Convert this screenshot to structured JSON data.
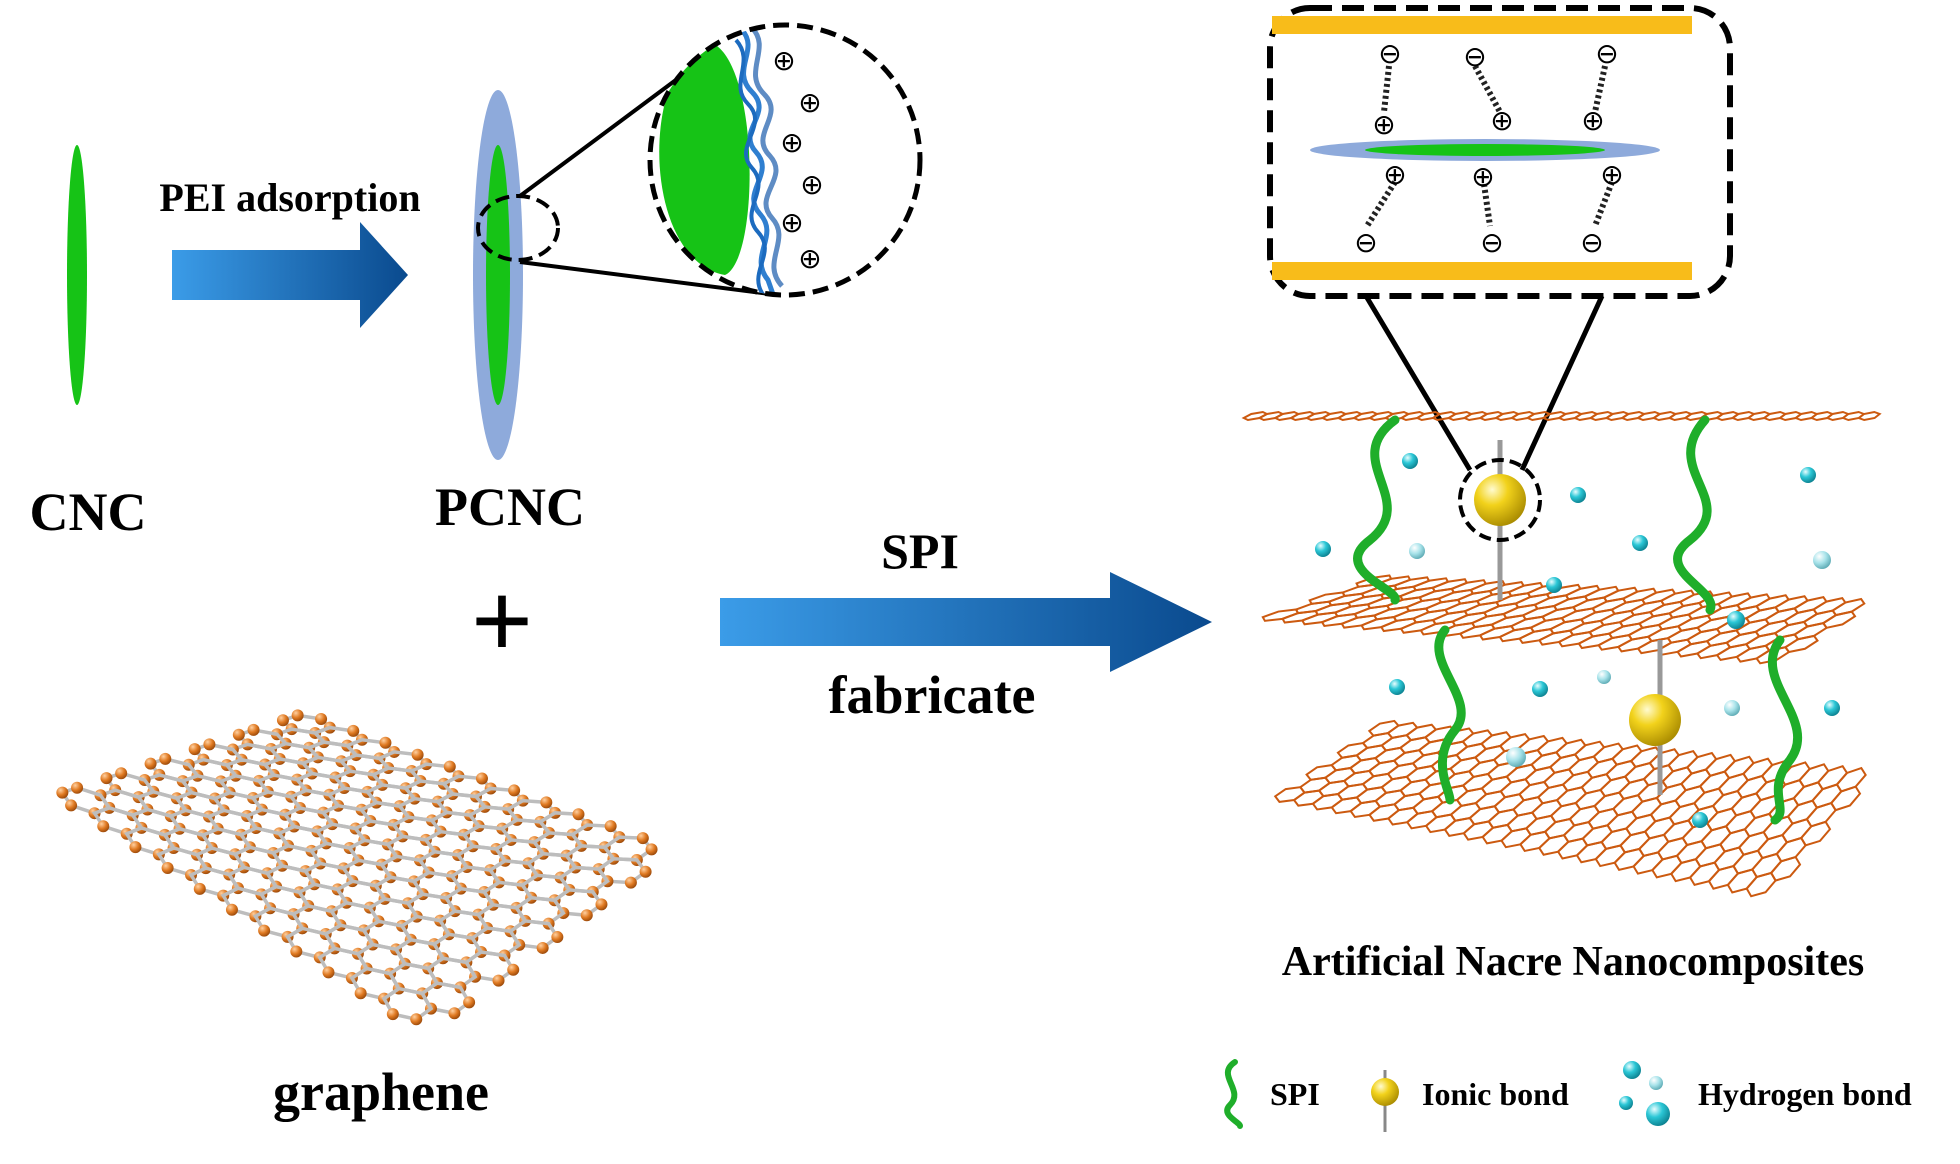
{
  "labels": {
    "cnc": "CNC",
    "pcnc": "PCNC",
    "pei_adsorption": "PEI adsorption",
    "plus": "+",
    "graphene": "graphene",
    "spi": "SPI",
    "fabricate": "fabricate",
    "result": "Artificial Nacre Nanocomposites"
  },
  "charges": {
    "positive": "⊕",
    "negative": "⊖"
  },
  "legend": [
    {
      "icon": "spi-chain-icon",
      "label": "SPI"
    },
    {
      "icon": "ionic-bond-icon",
      "label": "Ionic bond"
    },
    {
      "icon": "hydrogen-bond-icon",
      "label": "Hydrogen bond"
    }
  ],
  "colors": {
    "cnc": "#16c316",
    "pei_coat": "#8eaadb",
    "arrow_light": "#3b9ce8",
    "arrow_dark": "#0a4a8e",
    "graphene_bond": "#cc5a10",
    "graphene_atom": "#e07a22",
    "spi": "#1fae2a",
    "ionic": "#f2d21b",
    "hydrogen": "#2bc7d6",
    "plate": "#f8bc1a"
  }
}
